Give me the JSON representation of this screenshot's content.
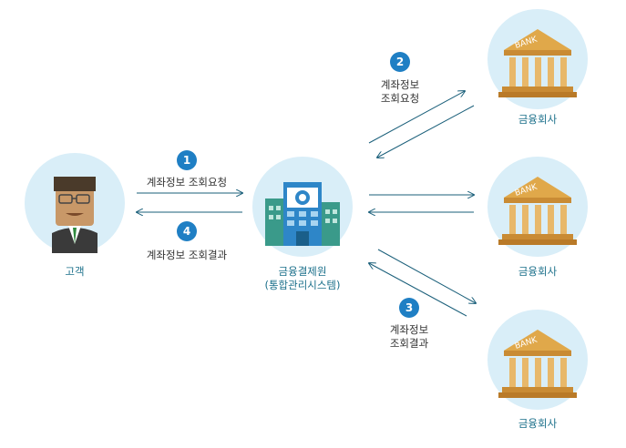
{
  "customer": {
    "label": "고객"
  },
  "center": {
    "label_line1": "금융결제원",
    "label_line2": "(통합관리시스템)"
  },
  "banks": [
    {
      "label": "금융회사",
      "sign": "BANK"
    },
    {
      "label": "금융회사",
      "sign": "BANK"
    },
    {
      "label": "금융회사",
      "sign": "BANK"
    }
  ],
  "steps": {
    "s1": {
      "num": "1",
      "text": "계좌정보 조회요청"
    },
    "s4": {
      "num": "4",
      "text": "계좌정보 조회결과"
    },
    "s2": {
      "num": "2",
      "line1": "계좌정보",
      "line2": "조회요청"
    },
    "s3": {
      "num": "3",
      "line1": "계좌정보",
      "line2": "조회결과"
    }
  },
  "colors": {
    "accent": "#1f7fc4",
    "circle_bg": "#d9eef8",
    "line": "#1a5f7a",
    "teal_text": "#1a6f8a"
  }
}
